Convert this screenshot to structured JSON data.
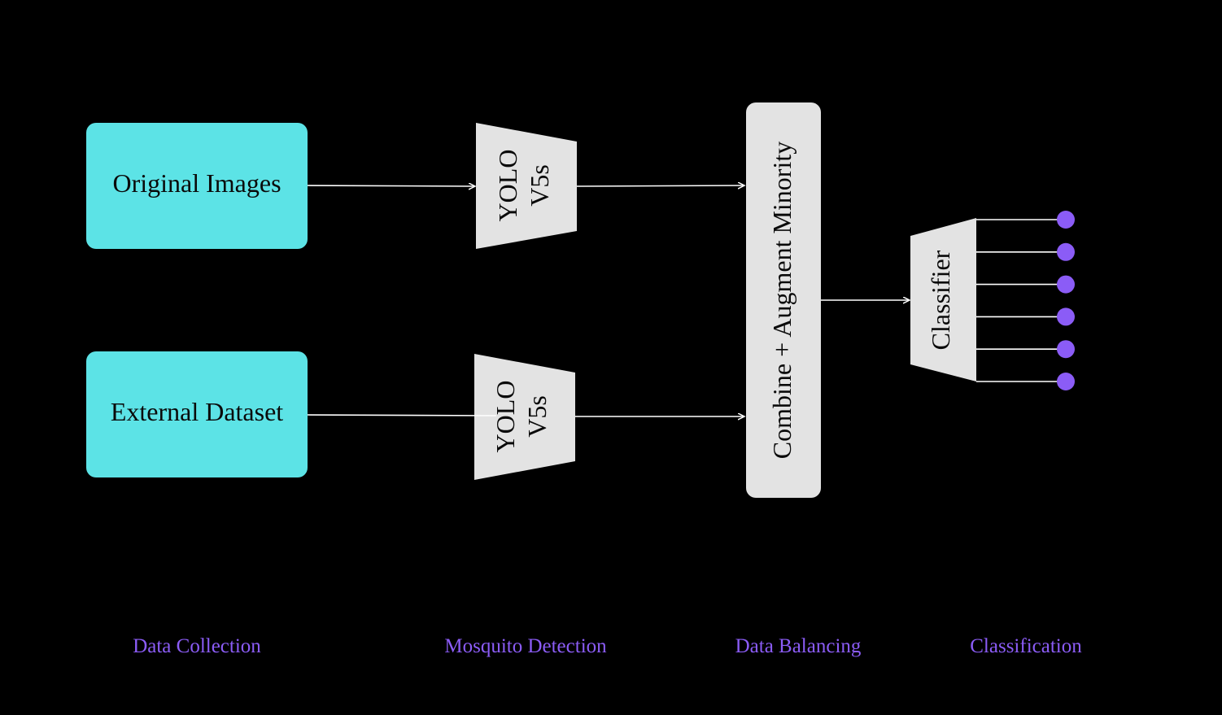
{
  "colors": {
    "background": "#000000",
    "source_box": "#5ce3e6",
    "block_fill": "#e3e3e3",
    "accent": "#8b5cf6",
    "connector": "#ffffff",
    "text_dark": "#0a0a0a"
  },
  "sources": {
    "original_images": "Original Images",
    "external_dataset": "External Dataset"
  },
  "detectors": {
    "top": {
      "line1": "YOLO",
      "line2": "V5s"
    },
    "bottom": {
      "line1": "YOLO",
      "line2": "V5s"
    }
  },
  "balancing": {
    "label": "Combine + Augment Minority"
  },
  "classifier": {
    "label": "Classifier",
    "output_count": 6
  },
  "stages": [
    {
      "label": "Data Collection"
    },
    {
      "label": "Mosquito Detection"
    },
    {
      "label": "Data Balancing"
    },
    {
      "label": "Classification"
    }
  ]
}
